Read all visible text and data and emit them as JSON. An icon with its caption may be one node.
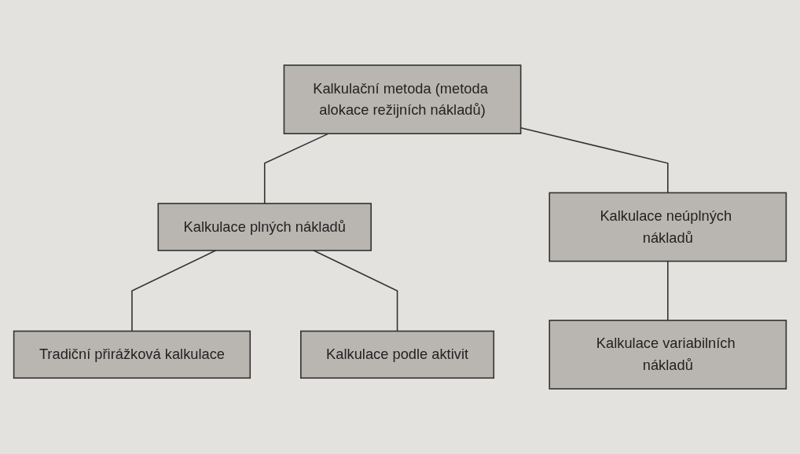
{
  "diagram": {
    "nodes": [
      {
        "text": [
          "Kalkulační metoda (metoda alokace režijních nákladů)"
        ]
      },
      {
        "text": [
          "Kalkulace plných nákladů"
        ]
      },
      {
        "text": [
          "Kalkulace neúplných nákladů"
        ]
      },
      {
        "text": [
          "Tradiční přirážková kalkulace"
        ]
      },
      {
        "text": [
          "Kalkulace podle aktivit"
        ]
      },
      {
        "text": [
          "Kalkulace variabilních nákladů"
        ]
      }
    ],
    "edges": [
      {
        "from": 0,
        "to": 1,
        "arrow": "none"
      },
      {
        "from": 0,
        "to": 2,
        "arrow": "none"
      },
      {
        "from": 1,
        "to": 3,
        "arrow": "none"
      },
      {
        "from": 1,
        "to": 4,
        "arrow": "none"
      },
      {
        "from": 2,
        "to": 5,
        "arrow": "none"
      }
    ]
  }
}
